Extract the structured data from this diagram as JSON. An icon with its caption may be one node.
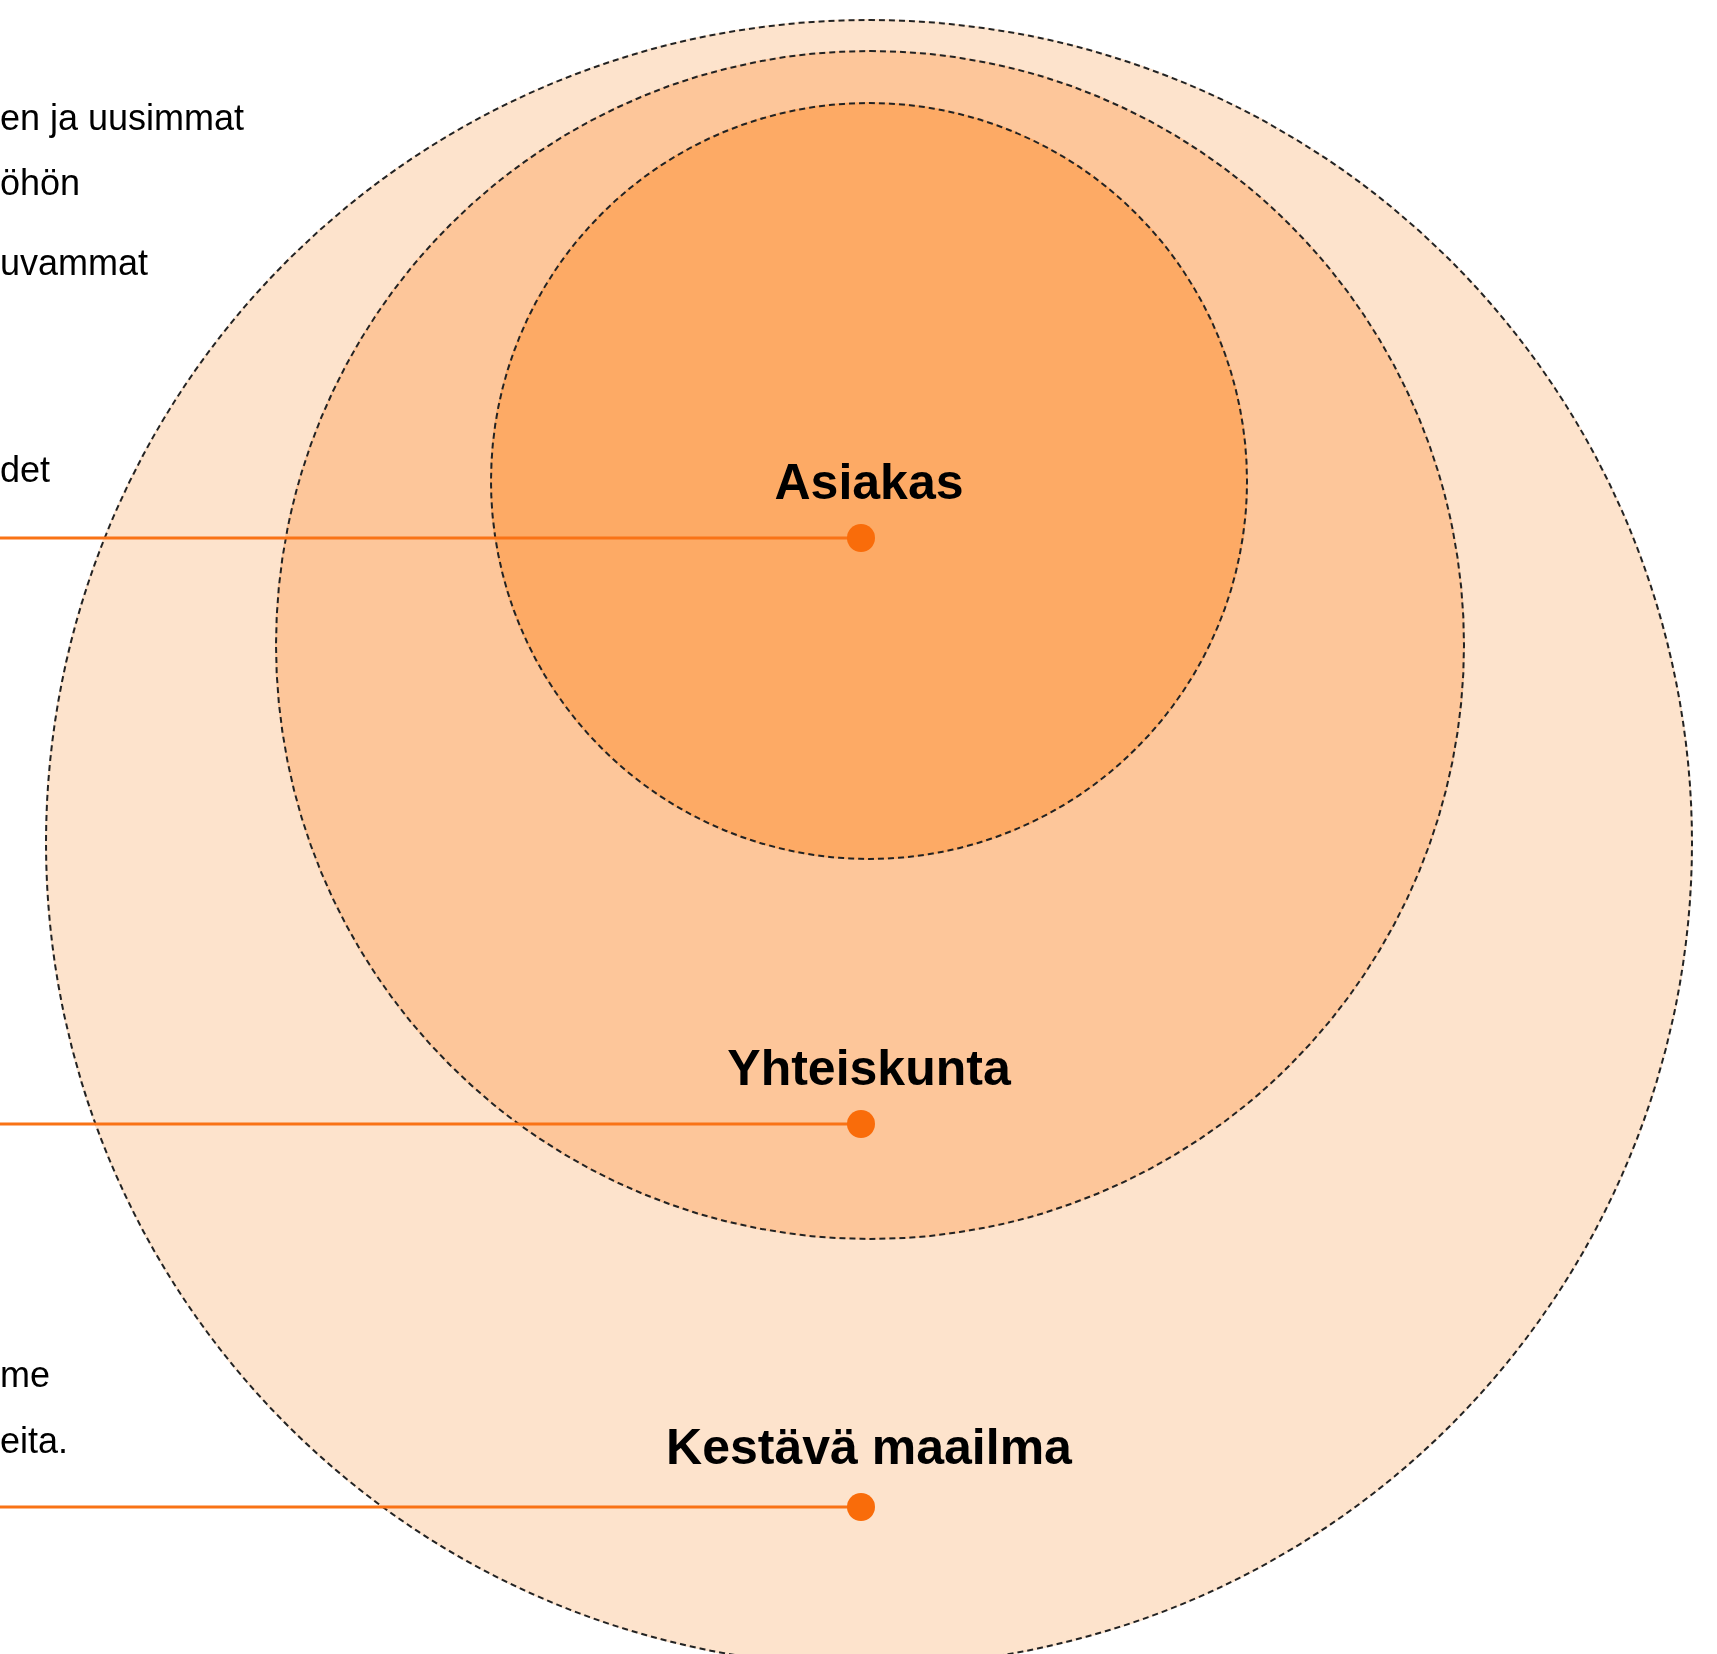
{
  "diagram": {
    "nodes": [
      {
        "text": [
          "Kestävä maailma"
        ]
      },
      {
        "text": [
          "Yhteiskunta"
        ],
        "in": 0
      },
      {
        "text": [
          "Asiakas"
        ],
        "in": 1
      }
    ],
    "edges": [
      {
        "from": null,
        "to": 2,
        "arrow": "other"
      },
      {
        "from": null,
        "to": 1,
        "arrow": "other"
      },
      {
        "from": null,
        "to": 0,
        "arrow": "other"
      }
    ],
    "labels": [
      "en ja uusimmat",
      "öhön",
      "uvammat",
      "det",
      "me",
      "eita."
    ]
  }
}
